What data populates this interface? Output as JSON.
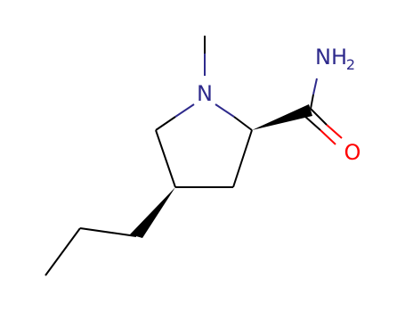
{
  "molecule": {
    "atoms": {
      "nitrogen_ring": {
        "symbol": "N"
      },
      "nitrogen_amide": {
        "symbol": "NH",
        "subscript": "2"
      },
      "oxygen": {
        "symbol": "O"
      }
    },
    "colors": {
      "bond": "#000000",
      "nitrogen": "#2E2A8C",
      "oxygen": "#FF0000"
    }
  }
}
